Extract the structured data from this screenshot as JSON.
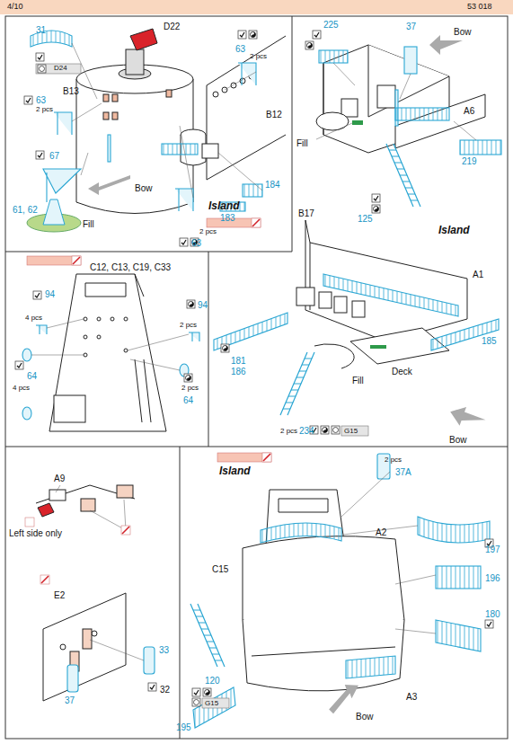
{
  "diagram": {
    "labels": [
      "4/10",
      "53 018",
      "31",
      "D24",
      "D22",
      "63",
      "2 pcs",
      "B13",
      "63",
      "2 pcs",
      "B12",
      "67",
      "61, 62",
      "Fill",
      "Bow",
      "184",
      "183",
      "Island",
      "2 pcs",
      "63",
      "225",
      "37",
      "Bow",
      "A6",
      "Fill",
      "219",
      "125",
      "Island",
      "C12, C13, C19, C33",
      "94",
      "4 pcs",
      "94",
      "2 pcs",
      "64",
      "4 pcs",
      "2 pcs",
      "64",
      "B17",
      "A1",
      "181",
      "186",
      "185",
      "Deck",
      "Fill",
      "2 pcs",
      "234",
      "G15",
      "Bow",
      "A9",
      "Left side only",
      "E2",
      "37",
      "33",
      "32",
      "Island",
      "2 pcs",
      "37A",
      "C15",
      "A2",
      "197",
      "196",
      "180",
      "120",
      "G15",
      "195",
      "A3",
      "Bow"
    ]
  }
}
